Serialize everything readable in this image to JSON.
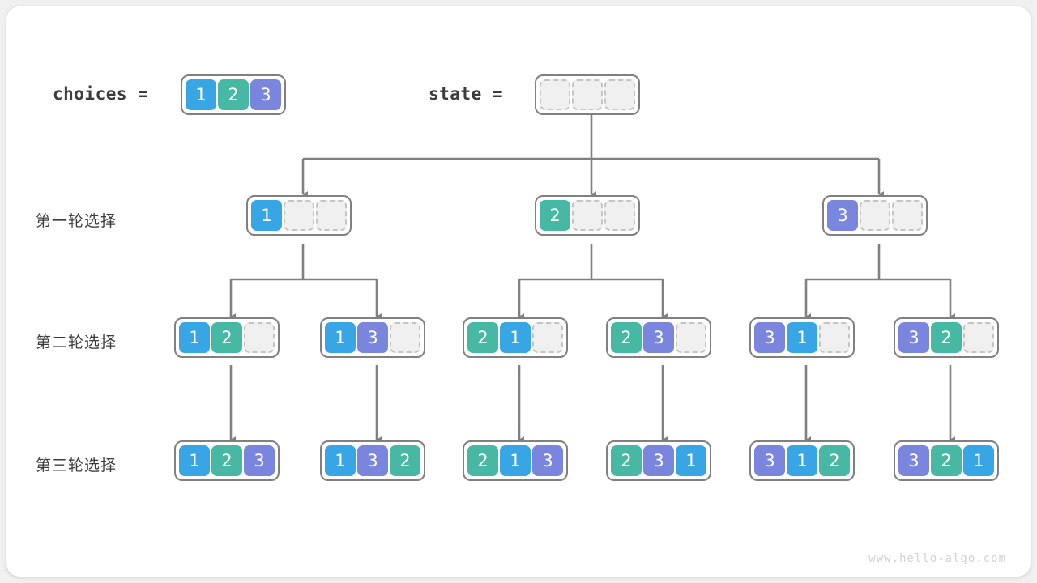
{
  "header": {
    "choices_label": "choices =",
    "state_label": "state ="
  },
  "watermark": "www.hello-algo.com",
  "palette": {
    "value_1": "#38a6e4",
    "value_2": "#46b8a4",
    "value_3": "#7a86dd",
    "empty_fill": "#f0f0f0",
    "empty_border": "#c4c4c4",
    "box_border": "#808080",
    "edge": "#808080",
    "text": "#3c3c3c",
    "watermark": "#d2d2d2",
    "card": "#ffffff",
    "page": "#f0f0f0"
  },
  "rows": {
    "row1_label": "第一轮选择",
    "row2_label": "第二轮选择",
    "row3_label": "第三轮选择"
  },
  "tree": {
    "choices": [
      "1",
      "2",
      "3"
    ],
    "root_state": [
      "",
      "",
      ""
    ],
    "level1": [
      {
        "cells": [
          "1",
          "",
          ""
        ]
      },
      {
        "cells": [
          "2",
          "",
          ""
        ]
      },
      {
        "cells": [
          "3",
          "",
          ""
        ]
      }
    ],
    "level2": [
      {
        "cells": [
          "1",
          "2",
          ""
        ]
      },
      {
        "cells": [
          "1",
          "3",
          ""
        ]
      },
      {
        "cells": [
          "2",
          "1",
          ""
        ]
      },
      {
        "cells": [
          "2",
          "3",
          ""
        ]
      },
      {
        "cells": [
          "3",
          "1",
          ""
        ]
      },
      {
        "cells": [
          "3",
          "2",
          ""
        ]
      }
    ],
    "level3": [
      {
        "cells": [
          "1",
          "2",
          "3"
        ]
      },
      {
        "cells": [
          "1",
          "3",
          "2"
        ]
      },
      {
        "cells": [
          "2",
          "1",
          "3"
        ]
      },
      {
        "cells": [
          "2",
          "3",
          "1"
        ]
      },
      {
        "cells": [
          "3",
          "1",
          "2"
        ]
      },
      {
        "cells": [
          "3",
          "2",
          "1"
        ]
      }
    ]
  }
}
